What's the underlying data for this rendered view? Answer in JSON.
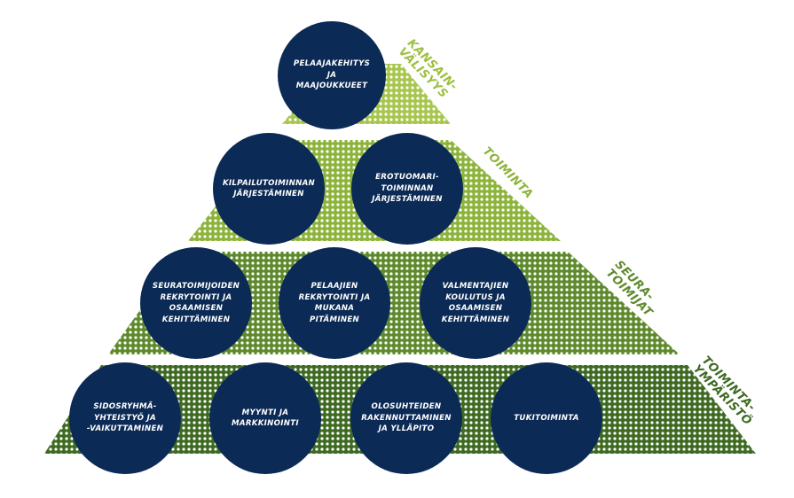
{
  "colors": {
    "circle": "#0b2a55",
    "tier_top": "#a8c64e",
    "tier_2": "#8db43a",
    "tier_3": "#5e8a2c",
    "tier_bottom": "#3e6a22",
    "label_light": "#9cbf3f",
    "label_dark": "#3e6a22"
  },
  "tiers": [
    {
      "label": "KANSAIN-\nVÄLISYYS",
      "circles": [
        "PELAAJAKEHITYS JA\nMAAJOUKKUEET"
      ]
    },
    {
      "label": "TOIMINTA",
      "circles": [
        "KILPAILUTOIMINNAN\nJÄRJESTÄMINEN",
        "EROTUOMARI-\nTOIMINNAN\nJÄRJESTÄMINEN"
      ]
    },
    {
      "label": "SEURA-\nTOIMIJAT",
      "circles": [
        "SEURATOIMIJOIDEN\nREKRYTOINTI JA\nOSAAMISEN\nKEHITTÄMINEN",
        "PELAAJIEN\nREKRYTOINTI JA\nMUKANA PITÄMINEN",
        "VALMENTAJIEN\nKOULUTUS JA\nOSAAMISEN\nKEHITTÄMINEN"
      ]
    },
    {
      "label": "TOIMINTA-\nYMPÄRISTÖ",
      "circles": [
        "SIDOSRYHMÄ-\nYHTEISTYÖ JA\n-VAIKUTTAMINEN",
        "MYYNTI JA\nMARKKINOINTI",
        "OLOSUHTEIDEN\nRAKENNUTTAMINEN\nJA YLLÄPITO",
        "TUKITOIMINTA"
      ]
    }
  ]
}
